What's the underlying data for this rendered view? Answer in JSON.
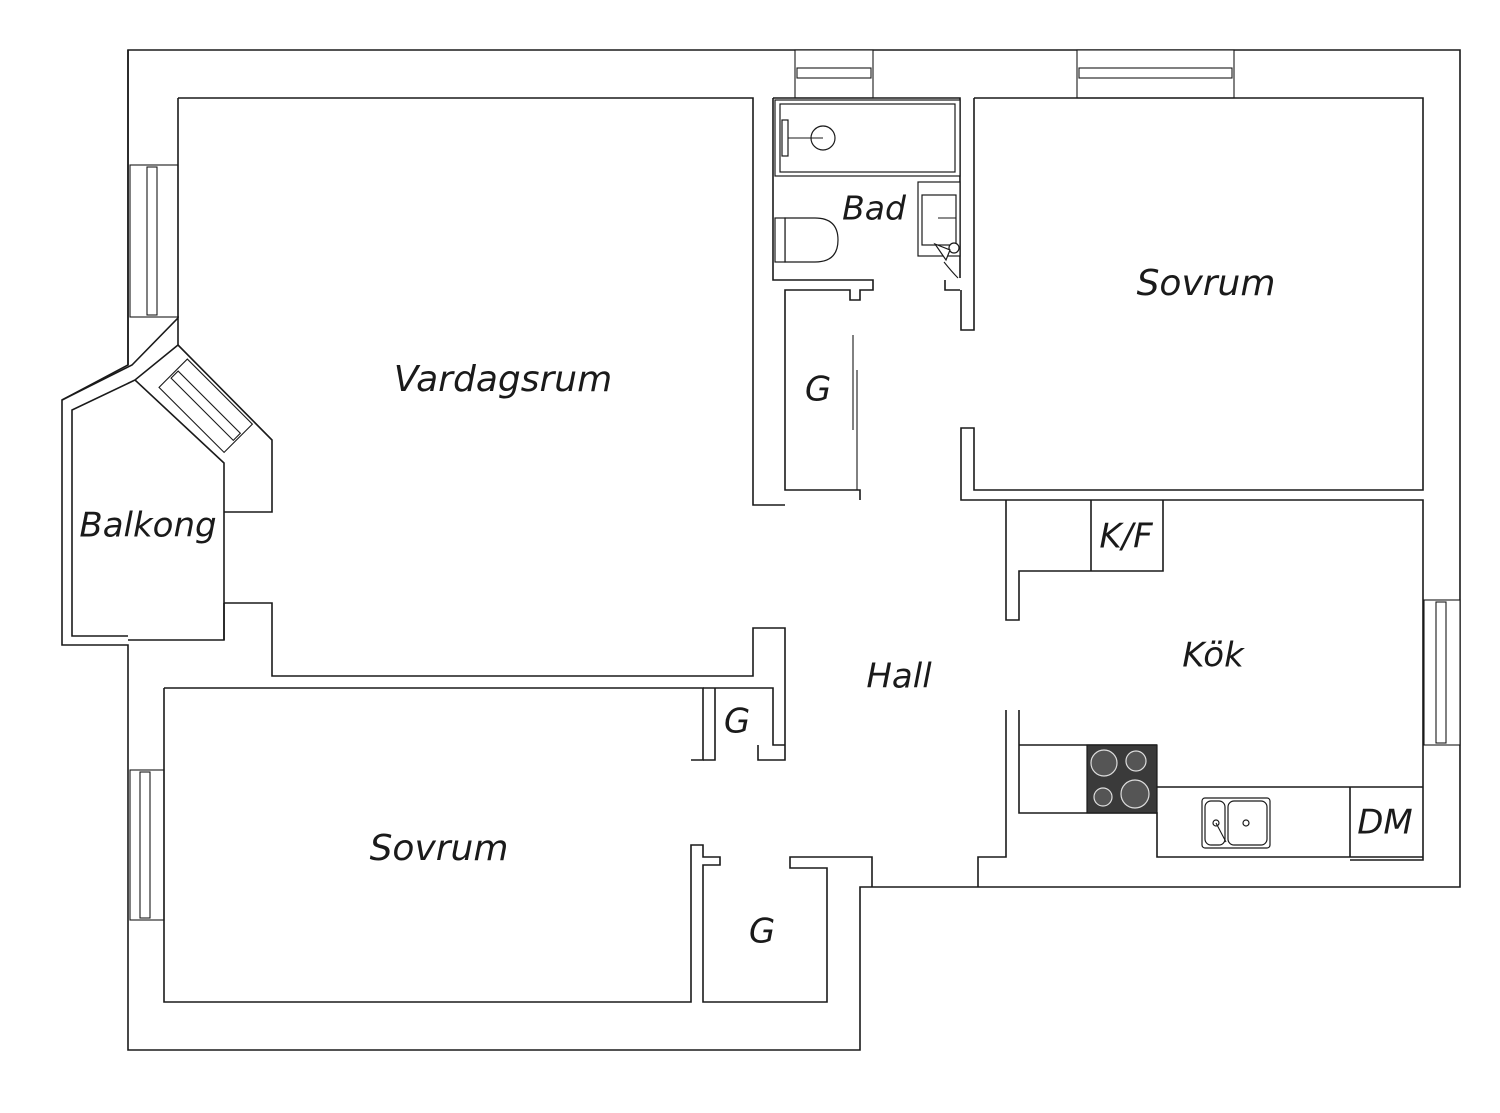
{
  "rooms": {
    "living_room": "Vardagsrum",
    "balcony": "Balkong",
    "bathroom": "Bad",
    "bedroom_top": "Sovrum",
    "bedroom_bottom": "Sovrum",
    "hall": "Hall",
    "kitchen": "Kök",
    "closet_1": "G",
    "closet_2": "G",
    "closet_3": "G",
    "fridge_freezer": "K/F",
    "dishwasher": "DM"
  },
  "colors": {
    "line": "#1a1a1a",
    "background": "#ffffff",
    "stove": "#3a3a3a"
  }
}
